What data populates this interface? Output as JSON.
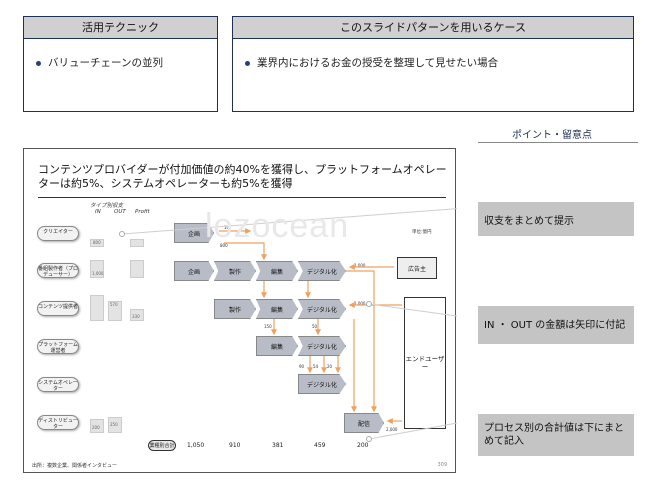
{
  "top_left": {
    "header": "活用テクニック",
    "bullet": "バリューチェーンの並列"
  },
  "top_right": {
    "header": "このスライドパターンを用いるケース",
    "bullet": "業界内におけるお金の授受を整理して見せたい場合"
  },
  "points": {
    "title": "ポイント・留意点",
    "items": [
      "収支をまとめて提示",
      "IN ・ OUT の金額は矢印に付記",
      "プロセス別の合計値は下にまとめて記入"
    ]
  },
  "slide": {
    "title": "コンテンツプロバイダーが付加価値の約40%を獲得し、プラットフォームオペレーターは約5%、システムオペレーターも約5%を獲得",
    "type_label": "タイプ別収支",
    "col_in": "IN",
    "col_out": "OUT",
    "col_profit": "Profit",
    "unit": "単位:億円",
    "actors": [
      "クリエイター",
      "番組製作者（プロデューサー）",
      "コンテンツ提供者",
      "プラットフォーム運営者",
      "システムオペレーター",
      "ディストリビューター"
    ],
    "processes": {
      "kikaku": "企画",
      "seisaku": "製作",
      "hensei": "編集",
      "digital": "デジタル化",
      "haishin": "配信"
    },
    "advertiser": "広告主",
    "end_user": "エンドユーザー",
    "totals_label": "業種別合計",
    "totals": [
      "1,050",
      "910",
      "381",
      "459",
      "200"
    ],
    "flow_values": [
      "10",
      "800",
      "1,000",
      "1,000",
      "150",
      "50",
      "90",
      "54",
      "20",
      "2,000"
    ],
    "mini_values": [
      "800",
      "1,000",
      "570",
      "330",
      "200",
      "250"
    ],
    "source": "出所：複数企業、関係者インタビュー",
    "page": "309"
  },
  "watermark": "lozocean",
  "colors": {
    "navy": "#1f2f55",
    "orange": "#f0a060",
    "chevron": "#b8bcc6",
    "callout_bg": "#c4c4c4"
  }
}
